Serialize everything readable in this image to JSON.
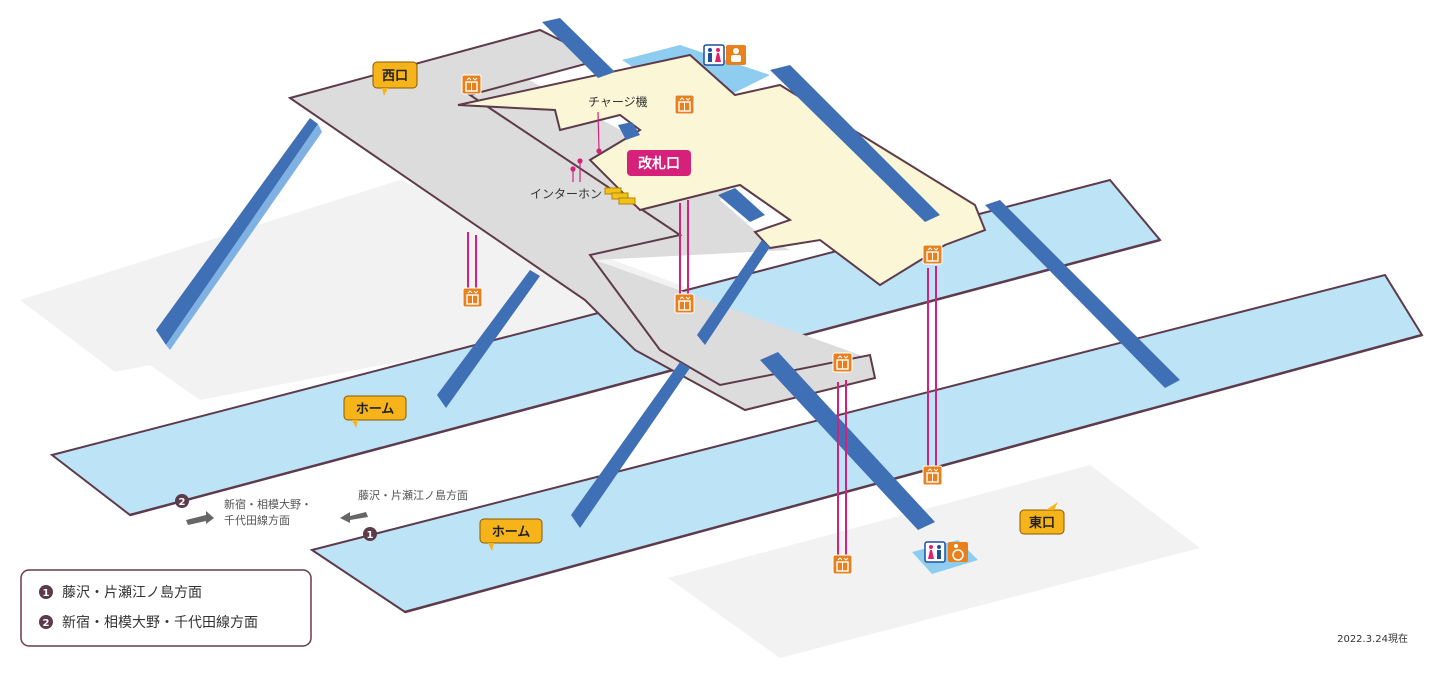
{
  "labels": {
    "west_exit": "西口",
    "east_exit": "東口",
    "home": "ホーム",
    "ticket_gate": "改札口",
    "charge_machine": "チャージ機",
    "intercom": "インターホン",
    "direction_1": "藤沢・片瀬江ノ島方面",
    "direction_2_line1": "新宿・相模大野・",
    "direction_2_line2": "千代田線方面",
    "date": "2022.3.24現在"
  },
  "legend": {
    "items": [
      {
        "num": "1",
        "text": "藤沢・片瀬江ノ島方面"
      },
      {
        "num": "2",
        "text": "新宿・相模大野・千代田線方面"
      }
    ]
  },
  "icons": {
    "elevator": "elevator-icon",
    "restroom": "restroom-icon",
    "baby": "baby-care-icon",
    "accessible": "accessible-icon",
    "arrow": "arrow-icon"
  },
  "colors": {
    "platform": "#bde3f7",
    "concourse": "#dcdcdc",
    "paid_area": "#fbf6d6",
    "ground": "#f2f2f2",
    "stairs": "#3f6fb5",
    "elevator": "#e8801b",
    "tag": "#f6b41a",
    "gate": "#d6217a",
    "edge": "#6b3a4a"
  }
}
